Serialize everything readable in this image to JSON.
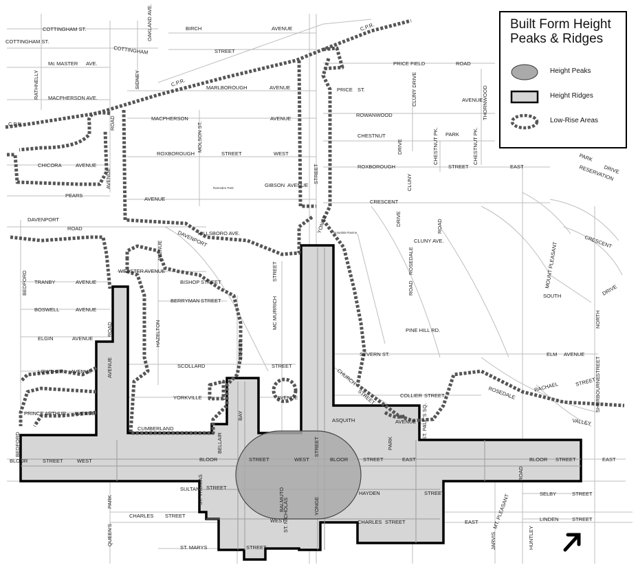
{
  "legend": {
    "title_line1": "Built Form Height",
    "title_line2": "Peaks & Ridges",
    "items": [
      {
        "label": "Height Peaks"
      },
      {
        "label": "Height Ridges"
      },
      {
        "label": "Low-Rise Areas"
      }
    ]
  },
  "colors": {
    "ridge_fill": "#d6d6d6",
    "peak_fill": "#aaaaaa",
    "ridge_stroke": "#000000",
    "low_rise_stroke": "#555555",
    "street": "#bdbdbd"
  },
  "labels": {
    "cottingham_st": "COTTINGHAM ST.",
    "cottingham_st2": "COTTINGHAM ST.",
    "cottingham": "COTTINGHAM",
    "street_cottingham": "STREET",
    "birch": "BIRCH",
    "birch_avenue": "AVENUE",
    "oakland_ave": "OAKLAND AVE.",
    "rathnelly": "RATHNELLY",
    "mc_master": "Mc MASTER",
    "mc_master_ave": "AVE.",
    "macpherson_ave": "MACPHERSON AVE.",
    "macpherson": "MACPHERSON",
    "macpherson_avenue": "AVENUE",
    "sidney": "SIDNEY",
    "cpr1": "C.P.R.",
    "cpr2": "C.P.R.",
    "cpr3": "C.P.R.",
    "marlborough": "MARLBOROUGH",
    "marlborough_avenue": "AVENUE",
    "price": "PRICE",
    "price_st": "ST.",
    "price_field": "PRICE FIELD",
    "price_field_road": "ROAD",
    "rowanwood": "ROWANWOOD",
    "cluny_drive": "CLUNY DRIVE",
    "thornwood": "THORNWOOD",
    "avenue_rowan": "AVENUE",
    "chestnut": "CHESTNUT",
    "park": "PARK",
    "drive": "DRIVE",
    "chestnut_pk": "CHESTNUT PK.",
    "chestnut_pk2": "CHESTNUT PK.",
    "roxborough": "ROXBOROUGH",
    "roxborough_street": "STREET",
    "roxborough_east": "EAST",
    "roxborough_w": "ROXBOROUGH",
    "roxborough_w_street": "STREET",
    "roxborough_west": "WEST",
    "molson_st": "MOLSON ST.",
    "chicora": "CHICORA",
    "chicora_avenue": "AVENUE",
    "road_dupont": "ROAD",
    "avenue_v1": "AVENUE",
    "gibson": "GIBSON",
    "gibson_avenue": "AVENUE",
    "street_yonge_n": "STREET",
    "ramsden_park": "Ramsden Park",
    "pears": "PEARS",
    "pears_avenue": "AVENUE",
    "crescent": "CRESCENT",
    "cluny_v": "CLUNY",
    "park_drive": "PARK",
    "park_drive2": "DRIVE",
    "reservation": "RESERVATION",
    "davenport": "DAVENPORT",
    "davenport_road": "ROAD",
    "hillsboro": "HILLSBORO AVE.",
    "davenport2": "DAVENPORT",
    "yonge_v": "YONGE",
    "rosedale_ravine": "Rosedale Ravine",
    "drive_v": "DRIVE",
    "road_v": "ROAD",
    "cluny_ave": "CLUNY AVE.",
    "crescent2": "CRESCENT",
    "bedford": "BEDFORD",
    "bedford2": "BEDFORD",
    "webster": "WEBSTER",
    "webster_ave": "AVENUE",
    "bishop": "BISHOP",
    "bishop_street": "STREET",
    "berryman": "BERRYMAN",
    "berryman_street": "STREET",
    "tranby": "TRANBY",
    "tranby_avenue": "AVENUE",
    "boswell": "BOSWELL",
    "boswell_avenue": "AVENUE",
    "elgin": "ELGIN",
    "elgin_avenue": "AVENUE",
    "lowther": "LOWTHER",
    "lowther_avenue": "AVENUE",
    "prince_arthur": "PRINCE ARTHUR",
    "prince_arthur_avenue": "AVENUE",
    "avenue_road": "AVENUE",
    "road_avenue": "ROAD",
    "hazelton": "HAZELTON",
    "avenue_hazelton": "AVENUE",
    "bay": "BAY",
    "bay_street": "STREET",
    "mc_murrich": "MC MURRICH",
    "street_mcm": "STREET",
    "scollard": "SCOLLARD",
    "scollard_street": "STREET",
    "yorkville": "YORKVILLE",
    "yorkville_avenue": "AVENUE",
    "cumberland": "CUMBERLAND",
    "bellair": "BELLAIR",
    "church": "CHURCH",
    "church_street": "STREET",
    "asquith": "ASQUITH",
    "asquith_avenue": "AVENUE",
    "collier": "COLLIER",
    "collier_street": "STREET",
    "severn_st": "SEVERN ST.",
    "pine_hill_rd": "PINE HILL RD.",
    "rosedale": "ROSEDALE",
    "rosedale_road": "ROAD",
    "rosedale_valley": "ROSEDALE",
    "valley": "VALLEY",
    "elm": "ELM",
    "elm_avenue": "AVENUE",
    "rachael": "RACHAEL",
    "rachael_street": "STREET",
    "sherbourne": "SHERBOURNE",
    "sherbourne_street": "STREET",
    "south": "SOUTH",
    "south_drive": "DRIVE",
    "north": "NORTH",
    "mount_pleasant": "MOUNT PLEASANT",
    "mt_pleasant": "MT. PLEASANT",
    "st_pauls_sq": "ST. PAUL'S SQ.",
    "park_road": "PARK",
    "bloor": "BLOOR",
    "bloor_street_w": "STREET",
    "bloor_west": "WEST",
    "bloor_c": "BLOOR",
    "bloor_c_street": "STREET",
    "bloor_c_west": "WEST",
    "bloor_e": "BLOOR",
    "bloor_e_street": "STREET",
    "bloor_east": "EAST",
    "bloor_far": "BLOOR",
    "bloor_far_street": "STREET",
    "bloor_far_east": "EAST",
    "sultan": "SULTAN",
    "sultan_street": "STREET",
    "st_thomas": "ST. THOMAS",
    "balmuto": "BALMUTO",
    "hayden": "HAYDEN",
    "hayden_street": "STREET",
    "charles": "CHARLES",
    "charles_street": "STREET",
    "charles_e": "CHARLES",
    "charles_e_street": "STREET",
    "charles_east": "EAST",
    "st_marys": "ST. MARYS",
    "st_marys_street": "STREET",
    "st_nicholas": "ST. NICHOLAS",
    "queens_park": "QUEEN'S",
    "park_v": "PARK",
    "jarvis": "JARVIS",
    "huntley": "HUNTLEY",
    "selby": "SELBY",
    "selby_street": "STREET",
    "linden": "LINDEN",
    "linden_street": "STREET",
    "yonge_c": "YONGE",
    "street_c": "STREET",
    "road_mtp": "ROAD",
    "west_bay": "WEST"
  }
}
